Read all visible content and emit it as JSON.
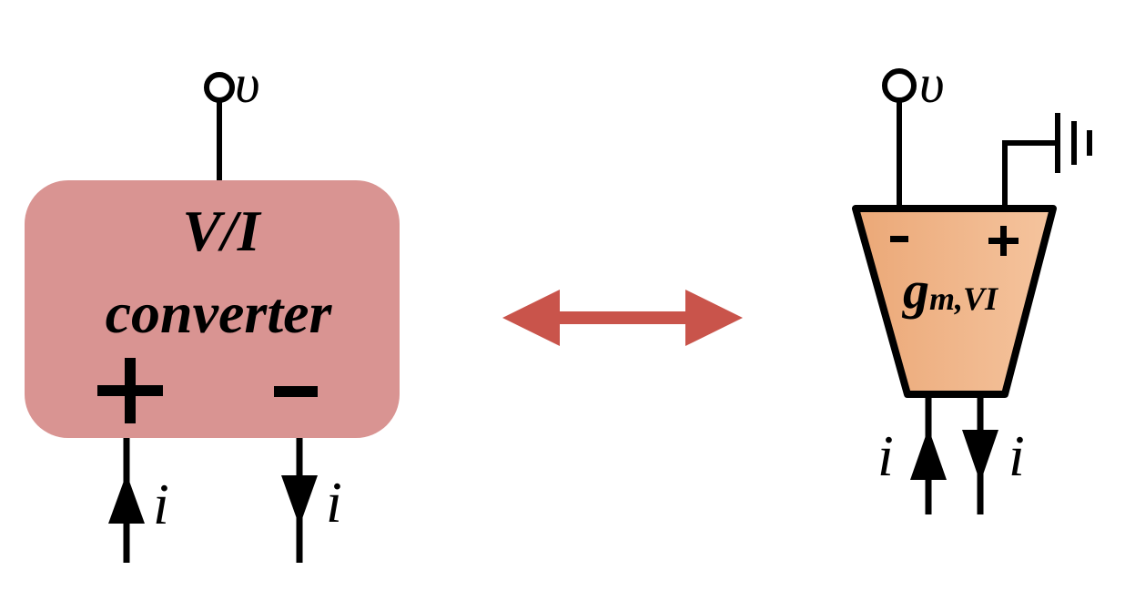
{
  "left_block": {
    "title_line1": "V/I",
    "title_line2": "converter",
    "plus_sign": "+",
    "minus_sign": "−",
    "fill_color": "#d99492"
  },
  "left_terminals": {
    "voltage_label": "υ",
    "current_in_label": "i",
    "current_out_label": "i"
  },
  "equivalence_arrow": {
    "color": "#c9544b"
  },
  "right_block": {
    "minus_sign": "-",
    "plus_sign": "+",
    "gain_main": "g",
    "gain_subscript": "m,VI",
    "fill_color_left": "#eba877",
    "fill_color_right": "#f5c49e"
  },
  "right_terminals": {
    "voltage_label": "υ",
    "current_in_label": "i",
    "current_out_label": "i",
    "ground_symbol": "ground"
  }
}
